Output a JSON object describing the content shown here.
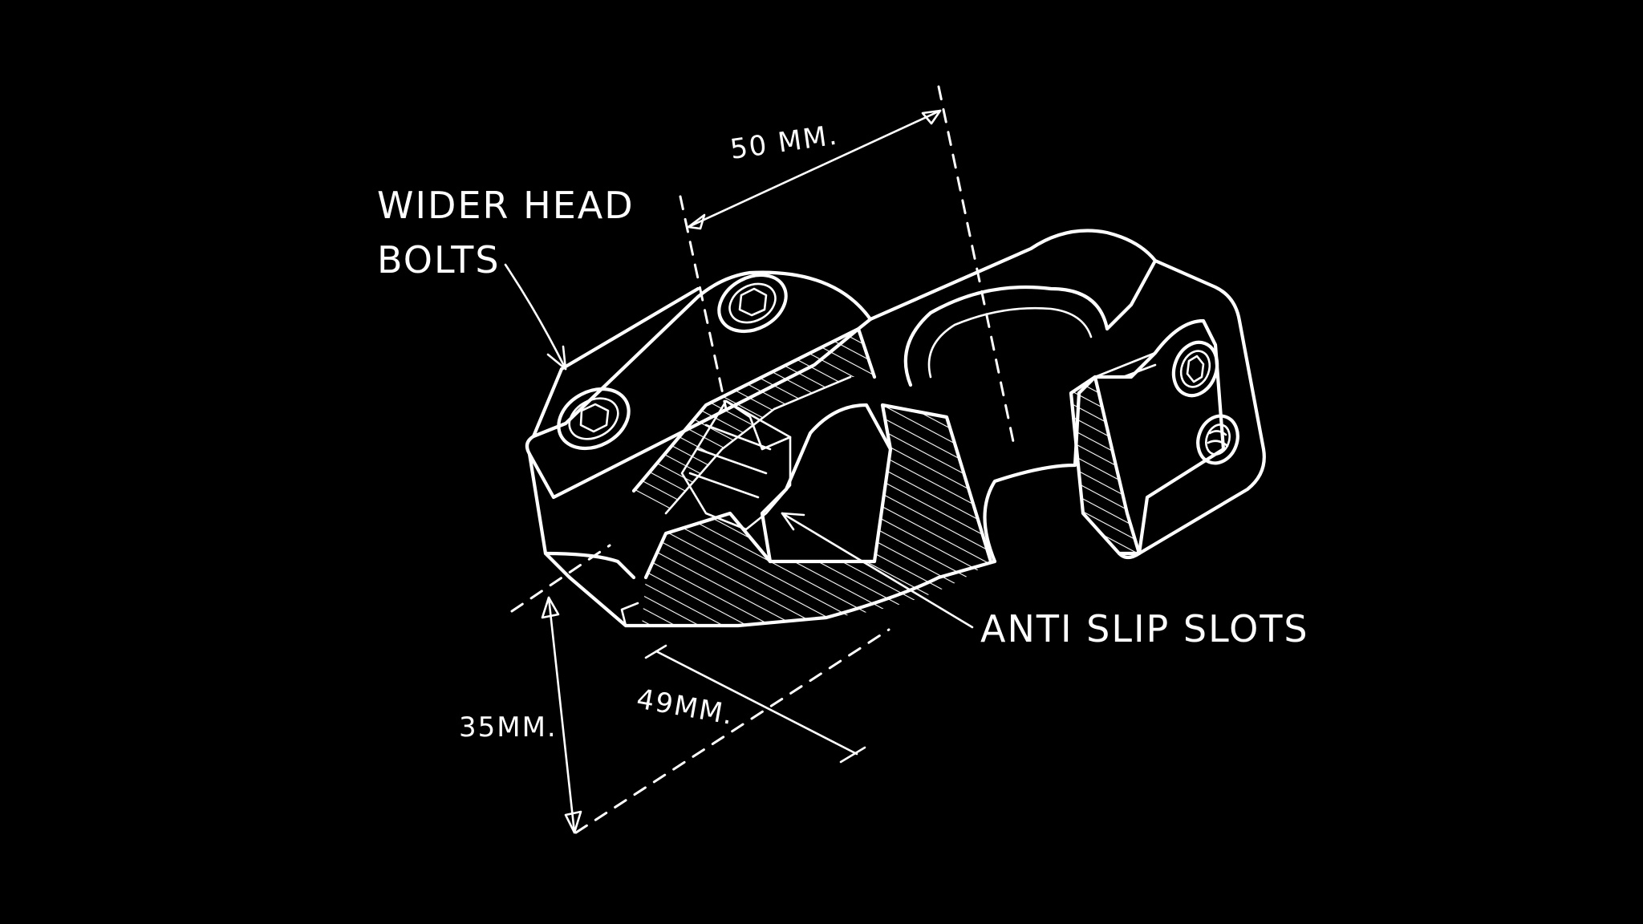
{
  "colors": {
    "background": "#000000",
    "ink": "#ffffff"
  },
  "labels": {
    "wider_head_line1": "WIDER HEAD",
    "wider_head_line2": "BOLTS",
    "width_top": "50 MM.",
    "anti_slip": "ANTI SLIP SLOTS",
    "height": "35MM.",
    "depth": "49MM."
  },
  "icons": [
    "hex-socket-bolt-icon",
    "hex-socket-bolt-icon",
    "hex-socket-bolt-icon",
    "threaded-hole-icon"
  ]
}
